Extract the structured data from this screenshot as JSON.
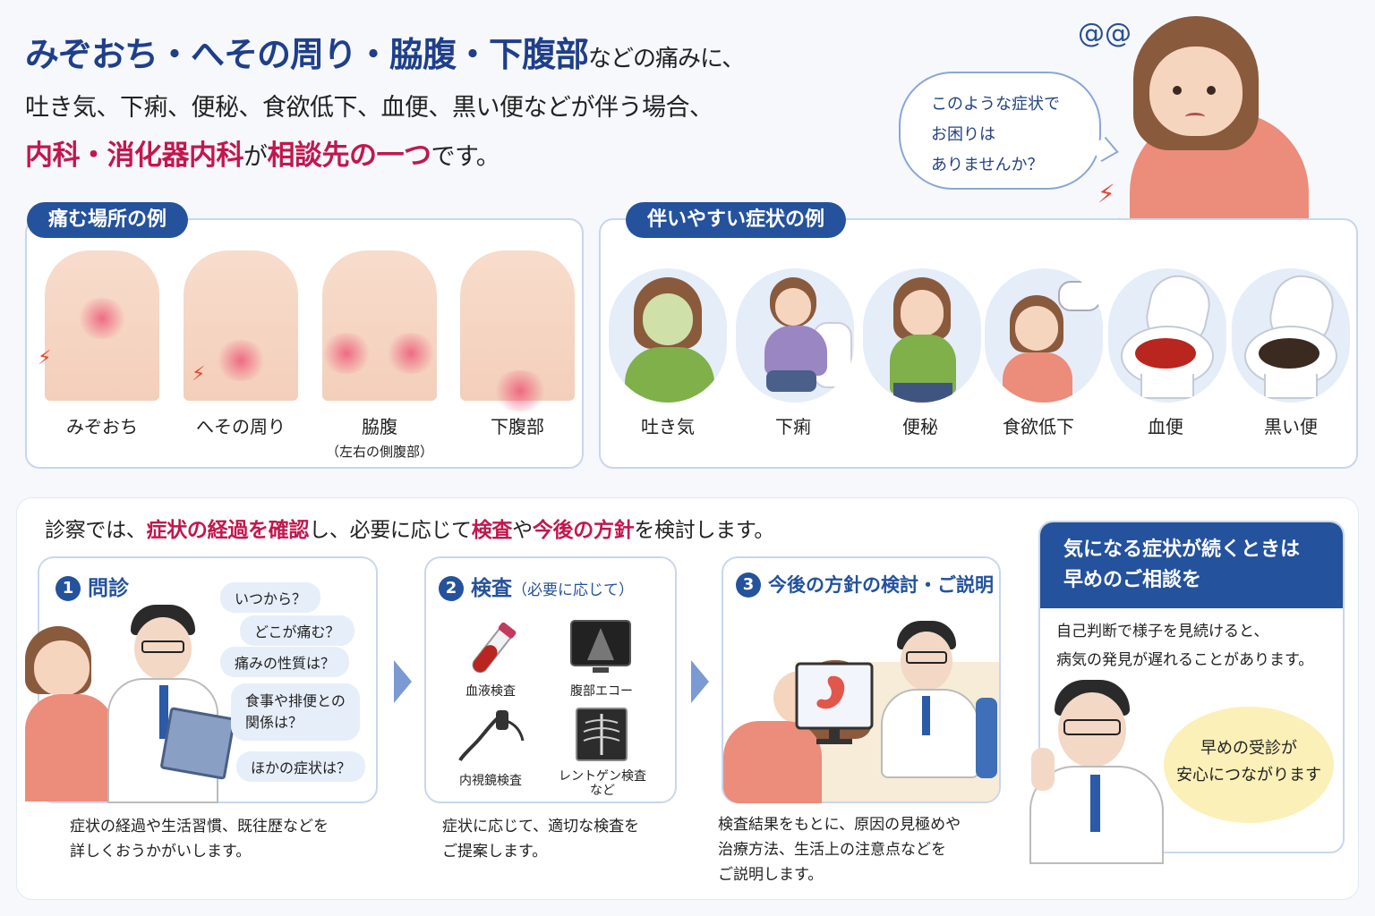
{
  "headline": {
    "line1_main": "みぞおち・へその周り・脇腹・下腹部",
    "line1_tail": "などの痛みに、",
    "line2": "吐き気、下痢、便秘、食欲低下、血便、黒い便などが伴う場合、",
    "line3_a": "内科・消化器内科",
    "line3_b": "が",
    "line3_c": "相談先の一つ",
    "line3_d": "です。"
  },
  "bubble": {
    "l1": "このような症状で",
    "l2": "お困りは",
    "l3": "ありませんか？"
  },
  "pain_section": {
    "title": "痛む場所の例",
    "items": [
      {
        "label": "みぞおち",
        "sub": ""
      },
      {
        "label": "へその周り",
        "sub": ""
      },
      {
        "label": "脇腹",
        "sub": "（左右の側腹部）"
      },
      {
        "label": "下腹部",
        "sub": ""
      }
    ]
  },
  "symptom_section": {
    "title": "伴いやすい症状の例",
    "items": [
      {
        "label": "吐き気"
      },
      {
        "label": "下痢"
      },
      {
        "label": "便秘"
      },
      {
        "label": "食欲低下"
      },
      {
        "label": "血便"
      },
      {
        "label": "黒い便"
      }
    ]
  },
  "process": {
    "lead_a": "診察では、",
    "lead_b": "症状の経過を確認",
    "lead_c": "し、必要に応じて",
    "lead_d": "検査",
    "lead_e": "や",
    "lead_f": "今後の方針",
    "lead_g": "を検討します。",
    "steps": [
      {
        "num": "1",
        "title": "問診",
        "title_sub": "",
        "questions": [
          "いつから？",
          "どこが痛む？",
          "痛みの性質は？",
          "食事や排便との",
          "関係は？",
          "ほかの症状は？"
        ],
        "desc1": "症状の経過や生活習慣、既往歴などを",
        "desc2": "詳しくおうかがいします。",
        "desc3": ""
      },
      {
        "num": "2",
        "title": "検査",
        "title_sub": "（必要に応じて）",
        "tests": [
          "血液検査",
          "腹部エコー",
          "内視鏡検査",
          "レントゲン検査",
          "など"
        ],
        "desc1": "症状に応じて、適切な検査を",
        "desc2": "ご提案します。",
        "desc3": ""
      },
      {
        "num": "3",
        "title": "今後の方針の検討・ご説明",
        "title_sub": "",
        "desc1": "検査結果をもとに、原因の見極めや",
        "desc2": "治療方法、生活上の注意点などを",
        "desc3": "ご説明します。"
      }
    ]
  },
  "advice": {
    "head1": "気になる症状が続くときは",
    "head2": "早めのご相談を",
    "body1": "自己判断で様子を見続けると、",
    "body2": "病気の発見が遅れることがあります。",
    "bubble1": "早めの受診が",
    "bubble2": "安心につながります"
  },
  "colors": {
    "navy": "#24529c",
    "accent_red": "#c2174d",
    "panel_border": "#c8d6ee"
  },
  "icons": [
    "worried-woman",
    "stomach-pain-spark-icon",
    "test-tube-icon",
    "ultrasound-icon",
    "endoscope-icon",
    "xray-icon",
    "monitor-stomach-icon",
    "doctor"
  ]
}
